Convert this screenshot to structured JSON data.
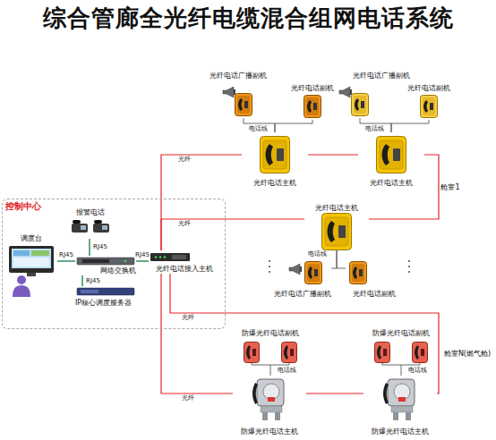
{
  "diagram": {
    "title": "综合管廊全光纤电缆混合组网电话系统",
    "nodes": [
      {
        "text": [
          "控制中心"
        ]
      },
      {
        "text": [
          "报警电话"
        ],
        "in": 0
      },
      {
        "text": [
          "调度台"
        ],
        "in": 0
      },
      {
        "text": [
          "网络交换机"
        ],
        "in": 0
      },
      {
        "text": [
          "IP核心调度服务器"
        ],
        "in": 0
      },
      {
        "text": [
          "光纤电话接入主机"
        ],
        "in": 0
      },
      {
        "text": [
          "光纤电话广播副机"
        ]
      },
      {
        "text": [
          "光纤电话副机"
        ]
      },
      {
        "text": [
          "光纤电话主机"
        ]
      },
      {
        "text": [
          "光纤电话广播副机"
        ]
      },
      {
        "text": [
          "光纤电话副机"
        ]
      },
      {
        "text": [
          "光纤电话主机"
        ]
      },
      {
        "text": [
          "光纤电话主机"
        ]
      },
      {
        "text": [
          "光纤电话广播副机"
        ]
      },
      {
        "text": [
          "光纤电话副机"
        ]
      },
      {
        "text": [
          "防爆光纤电话副机"
        ]
      },
      {
        "text": [
          "防爆光纤电话主机"
        ]
      },
      {
        "text": [
          "防爆光纤电话副机"
        ]
      },
      {
        "text": [
          "防爆光纤电话主机"
        ]
      }
    ],
    "edges": [
      {
        "from": 1,
        "to": 3,
        "arrow": "none",
        "label": "RJ45"
      },
      {
        "from": 2,
        "to": 3,
        "arrow": "none",
        "label": "RJ45"
      },
      {
        "from": 3,
        "to": 4,
        "arrow": "none",
        "label": "RJ45"
      },
      {
        "from": 3,
        "to": 5,
        "arrow": "none",
        "label": "RJ45"
      },
      {
        "from": 5,
        "to": 8,
        "arrow": "none",
        "label": "光纤"
      },
      {
        "from": 8,
        "to": 11,
        "arrow": "none"
      },
      {
        "from": 11,
        "to": 12,
        "arrow": "none"
      },
      {
        "from": 12,
        "to": 5,
        "arrow": "none",
        "label": "光纤"
      },
      {
        "from": 5,
        "to": 16,
        "arrow": "none",
        "label": "光纤"
      },
      {
        "from": 16,
        "to": 18,
        "arrow": "none"
      },
      {
        "from": 18,
        "to": 5,
        "arrow": "none",
        "label": "光纤"
      },
      {
        "from": 8,
        "to": 6,
        "arrow": "none",
        "label": "电话线"
      },
      {
        "from": 8,
        "to": 7,
        "arrow": "none"
      },
      {
        "from": 11,
        "to": 9,
        "arrow": "none",
        "label": "电话线"
      },
      {
        "from": 11,
        "to": 10,
        "arrow": "none"
      },
      {
        "from": 12,
        "to": 13,
        "arrow": "none",
        "label": "电话线"
      },
      {
        "from": 12,
        "to": 14,
        "arrow": "none"
      },
      {
        "from": 16,
        "to": 15,
        "arrow": "none",
        "label": "电话线"
      },
      {
        "from": 18,
        "to": 17,
        "arrow": "none",
        "label": "电话线"
      }
    ],
    "labels": [
      "舱室1",
      "舱室N(燃气舱)"
    ]
  }
}
